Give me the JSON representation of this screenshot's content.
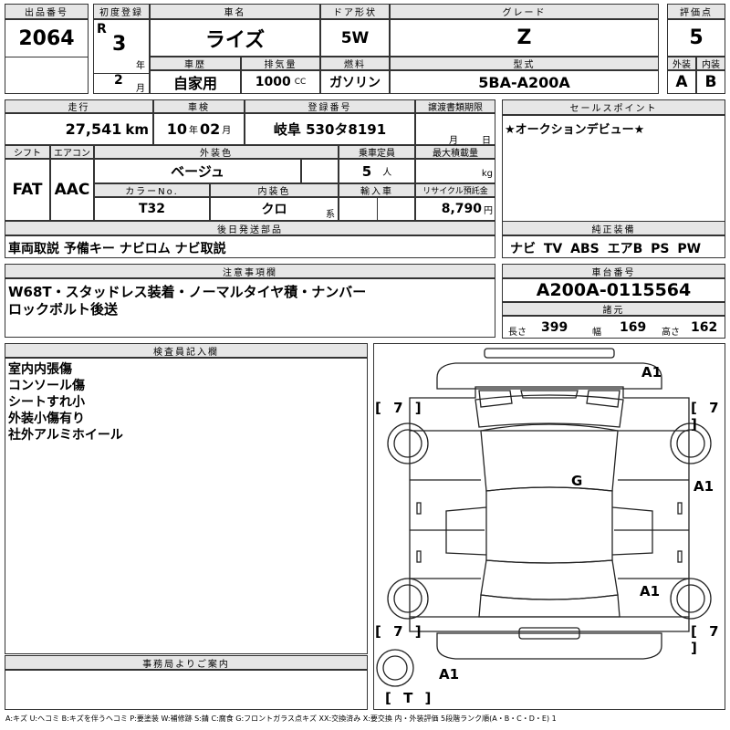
{
  "headers": {
    "lot_no": "出品番号",
    "first_reg": "初度登録",
    "car_name": "車名",
    "door": "ドア形状",
    "grade": "グレード",
    "score": "評価点",
    "history": "車歴",
    "displacement": "排気量",
    "fuel": "燃料",
    "model_code": "型式",
    "exterior": "外装",
    "interior": "内装",
    "mileage": "走行",
    "inspection": "車検",
    "reg_no": "登録番号",
    "transfer": "譲渡書類期限",
    "sales_point": "セールスポイント",
    "shift": "シフト",
    "aircon": "エアコン",
    "ext_color": "外装色",
    "capacity": "乗車定員",
    "max_load": "最大積載量",
    "color_no": "カラーNo.",
    "int_color": "内装色",
    "import": "輸入車",
    "recycle": "リサイクル預託金",
    "later_parts": "後日発送部品",
    "equipment": "純正装備",
    "caution": "注意事項欄",
    "chassis": "車台番号",
    "specs": "諸元",
    "inspector": "検査員記入欄",
    "office": "事務局よりご案内"
  },
  "vehicle": {
    "lot_no": "2064",
    "era": "R",
    "year": "3",
    "year_unit": "年",
    "month": "2",
    "month_unit": "月",
    "car_name": "ライズ",
    "door": "5W",
    "grade": "Z",
    "score": "5",
    "history": "自家用",
    "displacement": "1000",
    "displacement_unit": "CC",
    "fuel": "ガソリン",
    "model_code": "5BA-A200A",
    "exterior": "A",
    "interior": "B",
    "mileage": "27,541",
    "mileage_unit": "km",
    "insp_year": "10",
    "insp_year_unit": "年",
    "insp_month": "02",
    "insp_month_unit": "月",
    "reg_no": "岐阜 530タ8191",
    "transfer_month": "月",
    "transfer_day": "日",
    "sales_point": "★オークションデビュー★",
    "shift": "FAT",
    "aircon": "AAC",
    "ext_color": "ベージュ",
    "capacity": "5",
    "capacity_unit": "人",
    "max_load_unit": "kg",
    "color_no": "T32",
    "int_color": "クロ",
    "int_color_unit": "系",
    "recycle": "8,790",
    "recycle_unit": "円",
    "later_parts": "車両取説 予備キー ナビロム ナビ取説",
    "equipment": "ナビ TV ABS エアB PS PW",
    "caution_line1": "W68T・スタッドレス装着・ノーマルタイヤ積・ナンバー",
    "caution_line2": "ロックボルト後送",
    "chassis": "A200A-0115564",
    "length_label": "長さ",
    "length": "399",
    "width_label": "幅",
    "width": "169",
    "height_label": "高さ",
    "height": "162"
  },
  "inspector_notes": [
    "室内内張傷",
    "コンソール傷",
    "シートすれ小",
    "外装小傷有り",
    "社外アルミホイール"
  ],
  "diagram": {
    "marks": {
      "a1_top": "A1",
      "a1_right": "A1",
      "a1_rear": "A1",
      "a1_bottom": "A1",
      "g": "G",
      "tread_fl": "[ 7 ]",
      "tread_fr": "[ 7 ]",
      "tread_rl": "[ 7 ]",
      "tread_rr": "[ 7 ]",
      "tread_spare": "[ T ]"
    }
  },
  "footer": "A:キズ U:ヘコミ B:キズを伴うヘコミ P:要塗装 W:補修跡 S:錆 C:腐食 G:フロントガラス点キズ XX:交換済み X:要交換 内・外装評価 5段階ランク順(A・B・C・D・E) 1"
}
